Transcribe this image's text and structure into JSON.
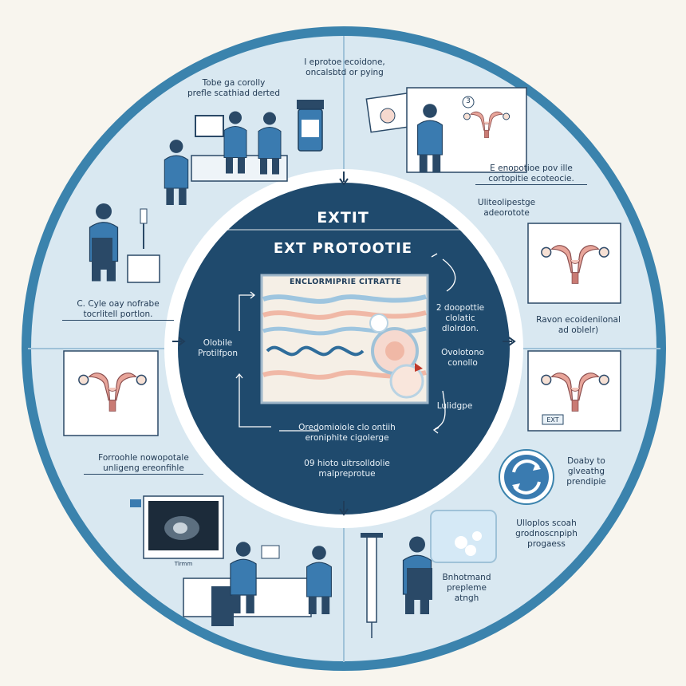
{
  "header": {
    "title_top": "EXTIT",
    "title_main": "EXT PROTOOTIE"
  },
  "center_image": {
    "title": "ENCLORMIPRIE CITRATTE"
  },
  "center_labels": {
    "left": [
      "Olobile",
      "Protilfpon"
    ],
    "right_top": [
      "2 doopottie",
      "clolatic",
      "dlolrdon."
    ],
    "right_mid": [
      "Ovolotono",
      "conollo"
    ],
    "right_low": "Lulidgpe",
    "bottom": [
      "Oredomioiole clo ontiih",
      "eroniphite cigolerge"
    ],
    "footer": [
      "09 hioto uitrsolldolie",
      "malpreprotue"
    ]
  },
  "ring_labels": {
    "top_left": [
      "Tobe ga corolly",
      "prefle scathiad derted"
    ],
    "top_center": [
      "I eprotoe ecoidone,",
      "oncalsbtd or pying"
    ],
    "right_top": [
      "E enopotioe pov ille",
      "cortopitie ecoteocie."
    ],
    "right_sub": [
      "Uliteolipestge",
      "adeorotote"
    ],
    "left_mid": [
      "C. Cyle oay nofrabe",
      "tocrlitell portlon."
    ],
    "right_mid": [
      "Ravon ecoidenilonal",
      "ad oblelr)"
    ],
    "left_low": [
      "Forroohle nowopotale",
      "unligeng ereonfihle"
    ],
    "right_low": [
      "Doaby to",
      "glveathg",
      "prendipie"
    ],
    "right_bottom": [
      "Ulloplos scoah",
      "grodnoscnpiph",
      "progaess"
    ],
    "bottom_right": [
      "Bnhotmand",
      "prepleme",
      "atngh"
    ]
  },
  "badges": {
    "top_step": "3",
    "device_tag": "EXT",
    "ultrasound_caption": "Tlrmm"
  },
  "colors": {
    "background": "#f8f5ee",
    "ring_outer": "#3b83ad",
    "ring_fill": "#d9e8f1",
    "center_dark": "#1f4a6d",
    "accent_blue": "#2f6d9b",
    "uterus_pink": "#e8a59a"
  }
}
